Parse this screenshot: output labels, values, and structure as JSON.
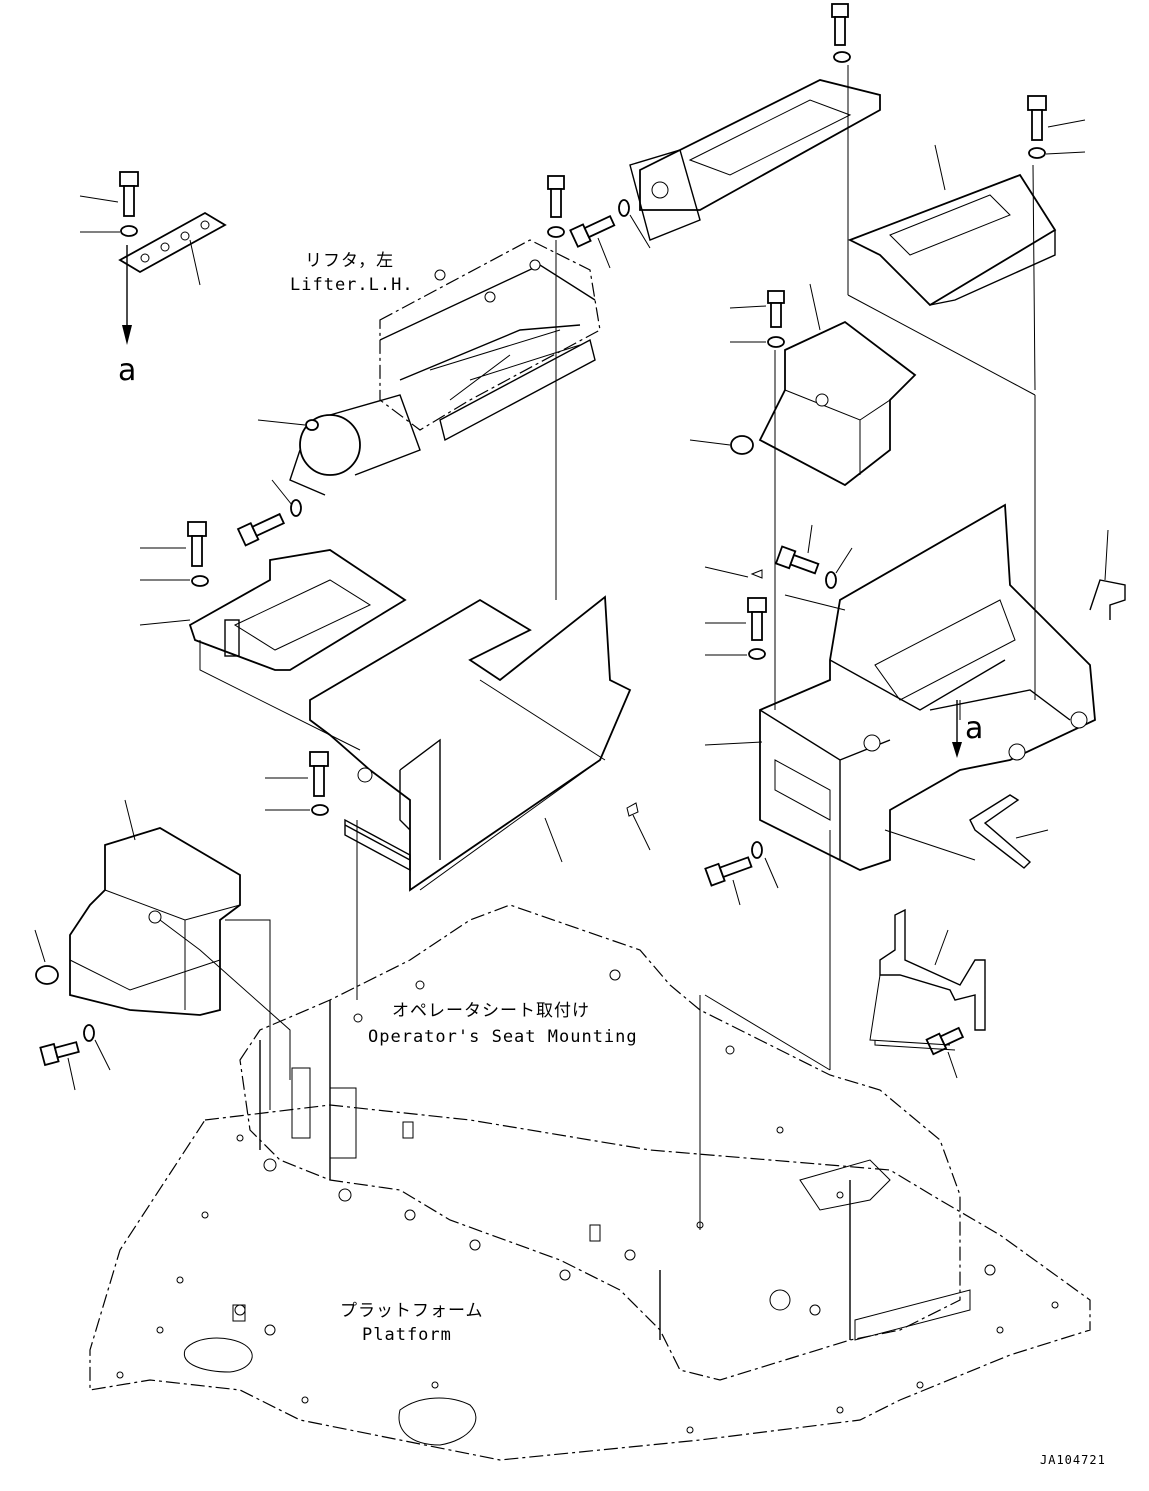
{
  "labels": {
    "lifter_jp": "リフタ，左",
    "lifter_en": "Lifter.L.H.",
    "seat_jp": "オペレータシート取付け",
    "seat_en": "Operator's Seat Mounting",
    "platform_jp": "プラットフォーム",
    "platform_en": "Platform",
    "ref_a_top": "a",
    "ref_a_mid": "a",
    "drawing_code": "JA104721"
  }
}
